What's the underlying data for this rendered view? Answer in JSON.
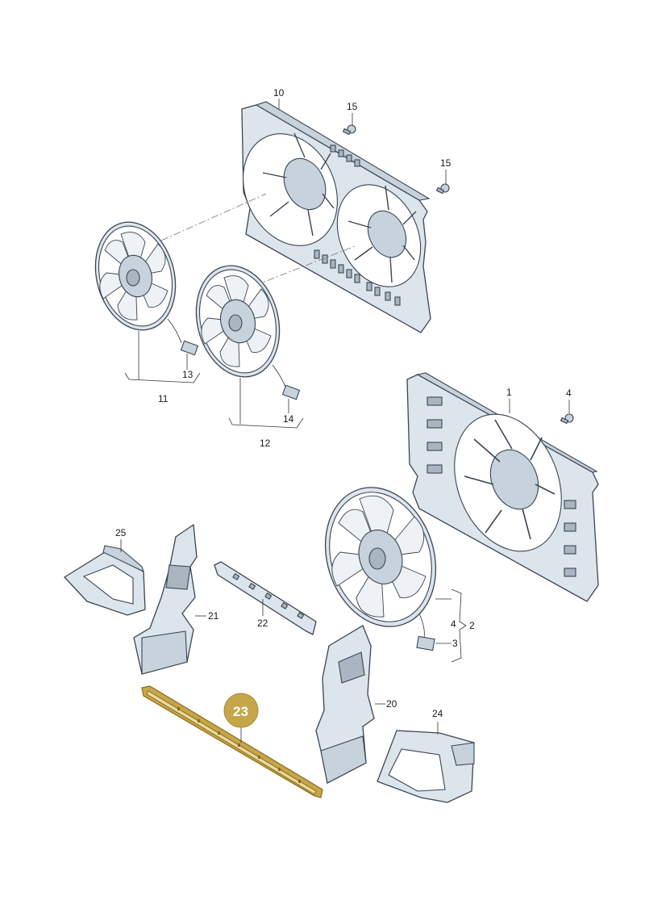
{
  "labels": {
    "p1": "1",
    "p2": "2",
    "p3": "3",
    "p4": "4",
    "p10": "10",
    "p11": "11",
    "p12": "12",
    "p13": "13",
    "p14": "14",
    "p15a": "15",
    "p15b": "15",
    "p20": "20",
    "p21": "21",
    "p22": "22",
    "p23": "23",
    "p24": "24",
    "p25": "25",
    "p4b": "4"
  },
  "highlight": {
    "part": "23",
    "color": "#c6a64a"
  }
}
